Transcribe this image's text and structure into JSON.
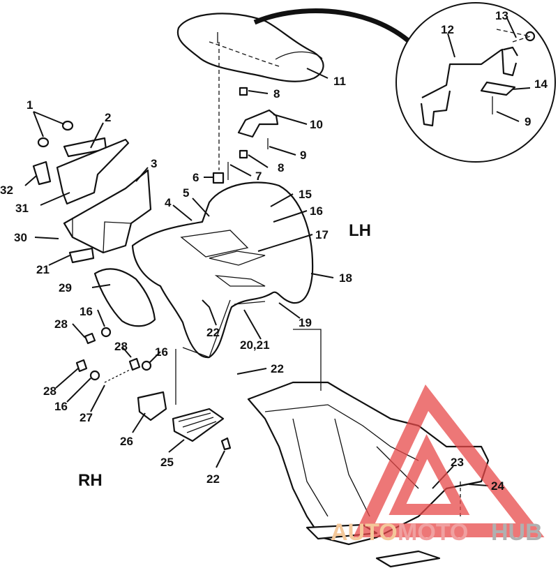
{
  "diagram": {
    "side_labels": {
      "lh": "LH",
      "rh": "RH"
    },
    "callouts": [
      {
        "id": "c1",
        "text": "1"
      },
      {
        "id": "c2",
        "text": "2"
      },
      {
        "id": "c3",
        "text": "3"
      },
      {
        "id": "c4",
        "text": "4"
      },
      {
        "id": "c5",
        "text": "5"
      },
      {
        "id": "c6",
        "text": "6"
      },
      {
        "id": "c7",
        "text": "7"
      },
      {
        "id": "c8a",
        "text": "8"
      },
      {
        "id": "c8b",
        "text": "8"
      },
      {
        "id": "c9a",
        "text": "9"
      },
      {
        "id": "c9b",
        "text": "9"
      },
      {
        "id": "c10",
        "text": "10"
      },
      {
        "id": "c11",
        "text": "11"
      },
      {
        "id": "c12",
        "text": "12"
      },
      {
        "id": "c13",
        "text": "13"
      },
      {
        "id": "c14",
        "text": "14"
      },
      {
        "id": "c15",
        "text": "15"
      },
      {
        "id": "c16a",
        "text": "16"
      },
      {
        "id": "c16b",
        "text": "16"
      },
      {
        "id": "c16c",
        "text": "16"
      },
      {
        "id": "c16d",
        "text": "16"
      },
      {
        "id": "c17",
        "text": "17"
      },
      {
        "id": "c18",
        "text": "18"
      },
      {
        "id": "c19",
        "text": "19"
      },
      {
        "id": "c2021",
        "text": "20,21"
      },
      {
        "id": "c21",
        "text": "21"
      },
      {
        "id": "c22a",
        "text": "22"
      },
      {
        "id": "c22b",
        "text": "22"
      },
      {
        "id": "c22c",
        "text": "22"
      },
      {
        "id": "c23",
        "text": "23"
      },
      {
        "id": "c24",
        "text": "24"
      },
      {
        "id": "c25",
        "text": "25"
      },
      {
        "id": "c26",
        "text": "26"
      },
      {
        "id": "c27",
        "text": "27"
      },
      {
        "id": "c28a",
        "text": "28"
      },
      {
        "id": "c28b",
        "text": "28"
      },
      {
        "id": "c28c",
        "text": "28"
      },
      {
        "id": "c29",
        "text": "29"
      },
      {
        "id": "c30",
        "text": "30"
      },
      {
        "id": "c31",
        "text": "31"
      },
      {
        "id": "c32",
        "text": "32"
      }
    ]
  },
  "watermark": {
    "part1": "AUTO",
    "part2": "MOTO",
    "part3": "HUB"
  },
  "colors": {
    "ink": "#111111",
    "watermark_red": "#e84a4a",
    "watermark_orange": "#f4c89a",
    "watermark_gray": "#b0b0b0"
  }
}
